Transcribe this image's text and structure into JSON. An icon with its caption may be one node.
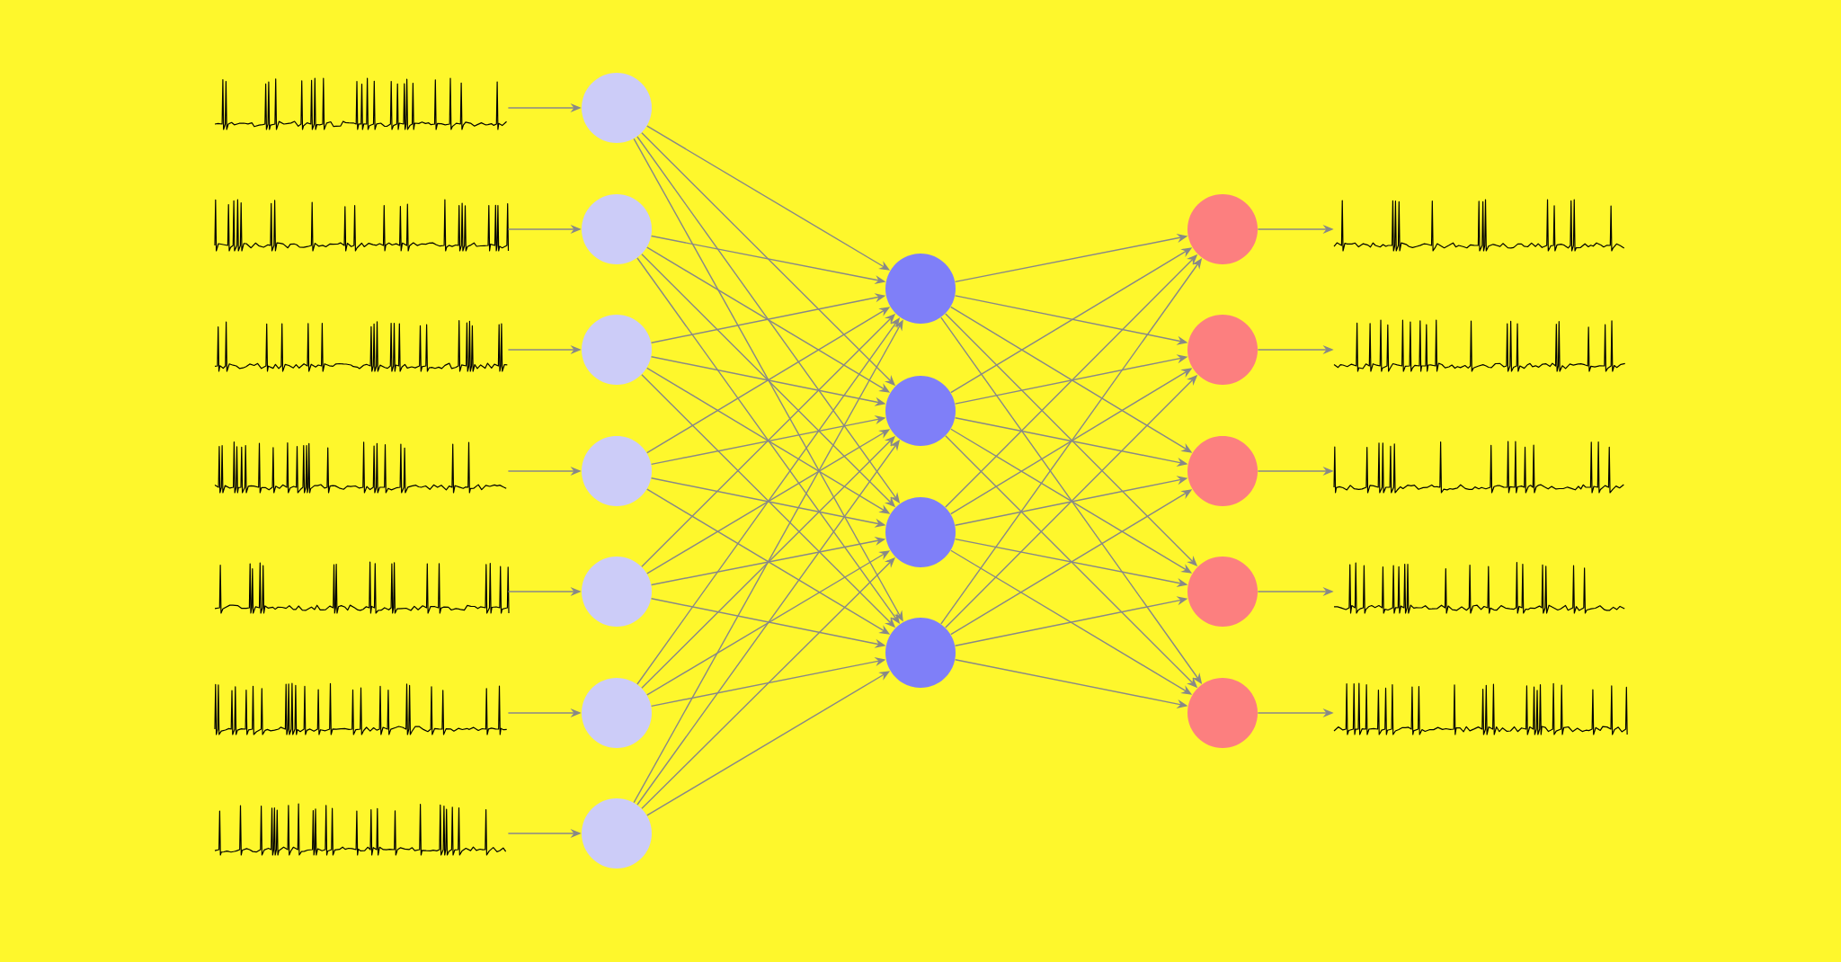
{
  "diagram": {
    "nodes": [
      {
        "text": [],
        "shape": "picture"
      },
      {
        "text": [],
        "shape": "picture"
      },
      {
        "text": [],
        "shape": "picture"
      },
      {
        "text": [],
        "shape": "picture"
      },
      {
        "text": [],
        "shape": "picture"
      },
      {
        "text": [],
        "shape": "picture"
      },
      {
        "text": [],
        "shape": "picture"
      },
      {
        "text": [],
        "shape": "circle"
      },
      {
        "text": [],
        "shape": "circle"
      },
      {
        "text": [],
        "shape": "circle"
      },
      {
        "text": [],
        "shape": "circle"
      },
      {
        "text": [],
        "shape": "circle"
      },
      {
        "text": [],
        "shape": "circle"
      },
      {
        "text": [],
        "shape": "circle"
      },
      {
        "text": [],
        "shape": "circle"
      },
      {
        "text": [],
        "shape": "circle"
      },
      {
        "text": [],
        "shape": "circle"
      },
      {
        "text": [],
        "shape": "circle"
      },
      {
        "text": [],
        "shape": "circle"
      },
      {
        "text": [],
        "shape": "circle"
      },
      {
        "text": [],
        "shape": "circle"
      },
      {
        "text": [],
        "shape": "circle"
      },
      {
        "text": [],
        "shape": "circle"
      },
      {
        "text": [],
        "shape": "picture"
      },
      {
        "text": [],
        "shape": "picture"
      },
      {
        "text": [],
        "shape": "picture"
      },
      {
        "text": [],
        "shape": "picture"
      },
      {
        "text": [],
        "shape": "picture"
      }
    ],
    "edges": [
      {
        "from": 0,
        "to": 7,
        "arrow": "to"
      },
      {
        "from": 1,
        "to": 8,
        "arrow": "to"
      },
      {
        "from": 2,
        "to": 9,
        "arrow": "to"
      },
      {
        "from": 3,
        "to": 10,
        "arrow": "to"
      },
      {
        "from": 4,
        "to": 11,
        "arrow": "to"
      },
      {
        "from": 5,
        "to": 12,
        "arrow": "to"
      },
      {
        "from": 6,
        "to": 13,
        "arrow": "to"
      },
      {
        "from": 7,
        "to": 14,
        "arrow": "to"
      },
      {
        "from": 7,
        "to": 15,
        "arrow": "to"
      },
      {
        "from": 7,
        "to": 16,
        "arrow": "to"
      },
      {
        "from": 7,
        "to": 17,
        "arrow": "to"
      },
      {
        "from": 8,
        "to": 14,
        "arrow": "to"
      },
      {
        "from": 8,
        "to": 15,
        "arrow": "to"
      },
      {
        "from": 8,
        "to": 16,
        "arrow": "to"
      },
      {
        "from": 8,
        "to": 17,
        "arrow": "to"
      },
      {
        "from": 9,
        "to": 14,
        "arrow": "to"
      },
      {
        "from": 9,
        "to": 15,
        "arrow": "to"
      },
      {
        "from": 9,
        "to": 16,
        "arrow": "to"
      },
      {
        "from": 9,
        "to": 17,
        "arrow": "to"
      },
      {
        "from": 10,
        "to": 14,
        "arrow": "to"
      },
      {
        "from": 10,
        "to": 15,
        "arrow": "to"
      },
      {
        "from": 10,
        "to": 16,
        "arrow": "to"
      },
      {
        "from": 10,
        "to": 17,
        "arrow": "to"
      },
      {
        "from": 11,
        "to": 14,
        "arrow": "to"
      },
      {
        "from": 11,
        "to": 15,
        "arrow": "to"
      },
      {
        "from": 11,
        "to": 16,
        "arrow": "to"
      },
      {
        "from": 11,
        "to": 17,
        "arrow": "to"
      },
      {
        "from": 12,
        "to": 14,
        "arrow": "to"
      },
      {
        "from": 12,
        "to": 15,
        "arrow": "to"
      },
      {
        "from": 12,
        "to": 16,
        "arrow": "to"
      },
      {
        "from": 12,
        "to": 17,
        "arrow": "to"
      },
      {
        "from": 13,
        "to": 14,
        "arrow": "to"
      },
      {
        "from": 13,
        "to": 15,
        "arrow": "to"
      },
      {
        "from": 13,
        "to": 16,
        "arrow": "to"
      },
      {
        "from": 13,
        "to": 17,
        "arrow": "to"
      },
      {
        "from": 14,
        "to": 18,
        "arrow": "to"
      },
      {
        "from": 14,
        "to": 19,
        "arrow": "to"
      },
      {
        "from": 14,
        "to": 20,
        "arrow": "to"
      },
      {
        "from": 14,
        "to": 21,
        "arrow": "to"
      },
      {
        "from": 14,
        "to": 22,
        "arrow": "to"
      },
      {
        "from": 15,
        "to": 18,
        "arrow": "to"
      },
      {
        "from": 15,
        "to": 19,
        "arrow": "to"
      },
      {
        "from": 15,
        "to": 20,
        "arrow": "to"
      },
      {
        "from": 15,
        "to": 21,
        "arrow": "to"
      },
      {
        "from": 15,
        "to": 22,
        "arrow": "to"
      },
      {
        "from": 16,
        "to": 18,
        "arrow": "to"
      },
      {
        "from": 16,
        "to": 19,
        "arrow": "to"
      },
      {
        "from": 16,
        "to": 20,
        "arrow": "to"
      },
      {
        "from": 16,
        "to": 21,
        "arrow": "to"
      },
      {
        "from": 16,
        "to": 22,
        "arrow": "to"
      },
      {
        "from": 17,
        "to": 18,
        "arrow": "to"
      },
      {
        "from": 17,
        "to": 19,
        "arrow": "to"
      },
      {
        "from": 17,
        "to": 20,
        "arrow": "to"
      },
      {
        "from": 17,
        "to": 21,
        "arrow": "to"
      },
      {
        "from": 17,
        "to": 22,
        "arrow": "to"
      },
      {
        "from": 18,
        "to": 23,
        "arrow": "to"
      },
      {
        "from": 19,
        "to": 24,
        "arrow": "to"
      },
      {
        "from": 20,
        "to": 25,
        "arrow": "to"
      },
      {
        "from": 21,
        "to": 26,
        "arrow": "to"
      },
      {
        "from": 22,
        "to": 27,
        "arrow": "to"
      }
    ]
  }
}
